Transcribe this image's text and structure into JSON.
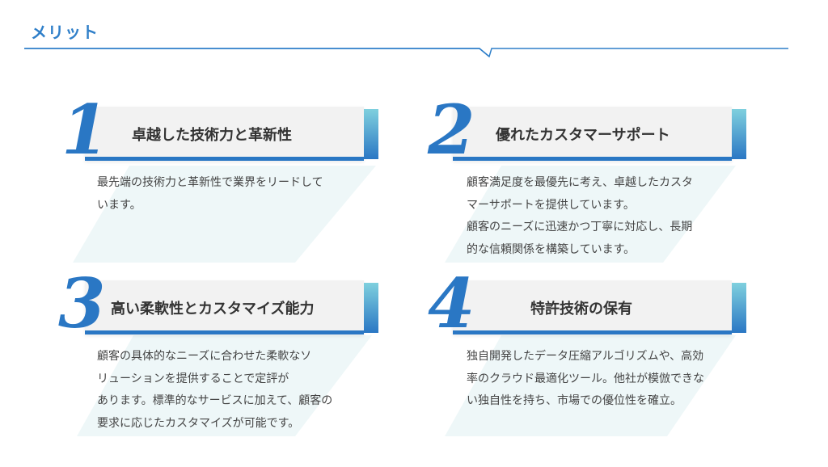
{
  "page": {
    "title": "メリット"
  },
  "cards": [
    {
      "number": "1",
      "heading": "卓越した技術力と革新性",
      "body": "最先端の技術力と革新性で業界をリードして\nいます。"
    },
    {
      "number": "2",
      "heading": "優れたカスタマーサポート",
      "body": "顧客満足度を最優先に考え、卓越したカスタ\nマーサポートを提供しています。\n顧客のニーズに迅速かつ丁寧に対応し、長期\n的な信頼関係を構築しています。"
    },
    {
      "number": "3",
      "heading": "高い柔軟性とカスタマイズ能力",
      "body": "顧客の具体的なニーズに合わせた柔軟なソ\nリューションを提供することで定評が\nあります。標準的なサービスに加えて、顧客の\n要求に応じたカスタマイズが可能です。"
    },
    {
      "number": "4",
      "heading": "特許技術の保有",
      "body": "独自開発したデータ圧縮アルゴリズムや、高効\n率のクラウド最適化ツール。他社が模倣できな\nい独自性を持ち、市場での優位性を確立。"
    }
  ],
  "colors": {
    "accent": "#2a77c4",
    "light_accent": "#7fd0de",
    "header_bg": "#f2f2f2"
  }
}
